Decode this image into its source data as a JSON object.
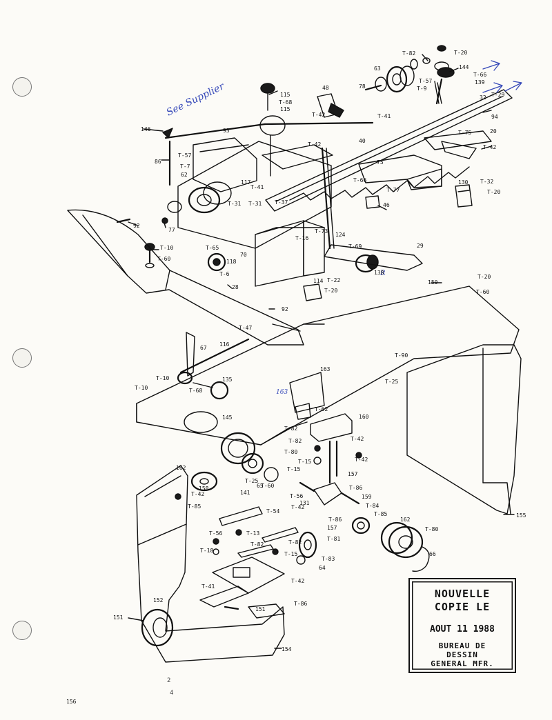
{
  "stamp": {
    "line1": "NOUVELLE",
    "line2": "COPIE LE",
    "date": "AOUT 11 1988",
    "org1": "BUREAU DE",
    "org2": "DESSIN",
    "org3": "GENERAL MFR."
  },
  "handwriting": {
    "note": "See Supplier",
    "mark1": "163",
    "mark2": "R"
  },
  "callouts": [
    "T-82",
    "T-20",
    "144",
    "T-66",
    "139",
    "T-29",
    "63",
    "T-57",
    "T-9",
    "78",
    "T-41",
    "32",
    "94",
    "115",
    "T-68",
    "115",
    "48",
    "T-42",
    "146",
    "93",
    "86",
    "T-57",
    "T-7",
    "62",
    "117",
    "T-41",
    "T-42",
    "40",
    "75",
    "T-66",
    "T-77",
    "20",
    "T-75",
    "T-42",
    "T-32",
    "T-20",
    "130",
    "T-31",
    "T-37",
    "46",
    "92",
    "77",
    "T-31",
    "T-16",
    "T-73",
    "124",
    "T-69",
    "29",
    "T-65",
    "70",
    "118",
    "T-10",
    "T-60",
    "T-6",
    "28",
    "T-22",
    "114",
    "T-20",
    "138",
    "150",
    "T-20",
    "T-60",
    "92",
    "T-47",
    "116",
    "67",
    "T-10",
    "T-10",
    "T-68",
    "135",
    "163",
    "T-90",
    "T-25",
    "145",
    "T-62",
    "160",
    "T-42",
    "T-82",
    "T-80",
    "T-82",
    "T-42",
    "T-15",
    "T-25",
    "T-15",
    "157",
    "162",
    "158",
    "T-42",
    "65",
    "T-60",
    "T-86",
    "T-85",
    "141",
    "T-54",
    "T-56",
    "131",
    "159",
    "T-84",
    "T-42",
    "T-86",
    "T-85",
    "162",
    "T-80",
    "157",
    "T-56",
    "T-13",
    "T-18",
    "T-82",
    "T-82",
    "T-81",
    "T-15",
    "66",
    "T-83",
    "64",
    "T-42",
    "152",
    "T-41",
    "151",
    "T-86",
    "151",
    "154",
    "155",
    "156"
  ],
  "stray": [
    "2",
    "4"
  ]
}
